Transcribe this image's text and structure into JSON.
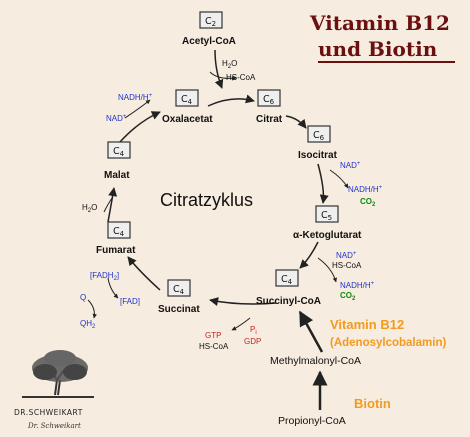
{
  "title": {
    "line1": "Vitamin B12",
    "line2": "und Biotin"
  },
  "center_label": "Citratzyklus",
  "logo": {
    "text": "DR.SCHWEIKART",
    "signature": "Dr. Schweikart"
  },
  "nodes": {
    "acetyl": {
      "c": "C",
      "sub": "2",
      "name": "Acetyl-CoA"
    },
    "oxalacetat": {
      "c": "C",
      "sub": "4",
      "name": "Oxalacetat"
    },
    "citrat": {
      "c": "C",
      "sub": "6",
      "name": "Citrat"
    },
    "isocitrat": {
      "c": "C",
      "sub": "6",
      "name": "Isocitrat"
    },
    "ketoglutarat": {
      "c": "C",
      "sub": "5",
      "name": "α-Ketoglutarat"
    },
    "succinylcoa": {
      "c": "C",
      "sub": "4",
      "name": "Succinyl-CoA"
    },
    "succinat": {
      "c": "C",
      "sub": "4",
      "name": "Succinat"
    },
    "fumarat": {
      "c": "C",
      "sub": "4",
      "name": "Fumarat"
    },
    "malat": {
      "c": "C",
      "sub": "4",
      "name": "Malat"
    }
  },
  "cofactors": {
    "acetyl_h2o": {
      "main": "H",
      "sub": "2",
      "rest": "O"
    },
    "acetyl_hscoa": "HS-CoA",
    "ox_nadh": {
      "main": "NADH/H",
      "sup": "+"
    },
    "ox_nad": {
      "main": "NAD",
      "sup": "+"
    },
    "iso_nad": {
      "main": "NAD",
      "sup": "+"
    },
    "iso_nadh": {
      "main": "NADH/H",
      "sup": "+"
    },
    "iso_co2": {
      "main": "CO",
      "sub": "2"
    },
    "keto_nad": {
      "main": "NAD",
      "sup": "+"
    },
    "keto_hscoa": "HS-CoA",
    "keto_nadh": {
      "main": "NADH/H",
      "sup": "+"
    },
    "keto_co2": {
      "main": "CO",
      "sub": "2"
    },
    "succ_pi": {
      "main": "P",
      "sub": "i"
    },
    "succ_gtp": "GTP",
    "succ_gdp": "GDP",
    "succ_hscoa": "HS-CoA",
    "fum_fadh2": {
      "main": "[FADH",
      "sub": "2",
      "rest": "]"
    },
    "fum_fad": "[FAD]",
    "fum_q": "Q",
    "fum_qh2": {
      "main": "QH",
      "sub": "2"
    },
    "malat_h2o": {
      "main": "H",
      "sub": "2",
      "rest": "O"
    }
  },
  "pathway": {
    "vitamin_b12": "Vitamin B12",
    "adenosyl": "(Adenosylcobalamin)",
    "methylmalonyl": "Methylmalonyl-CoA",
    "biotin": "Biotin",
    "propionyl": "Propionyl-CoA"
  },
  "colors": {
    "title": "#6b1010",
    "accent": "#f39a1f",
    "blue": "#2233cc",
    "green": "#118811",
    "red": "#cc2222",
    "background": "#f6ecdf"
  }
}
